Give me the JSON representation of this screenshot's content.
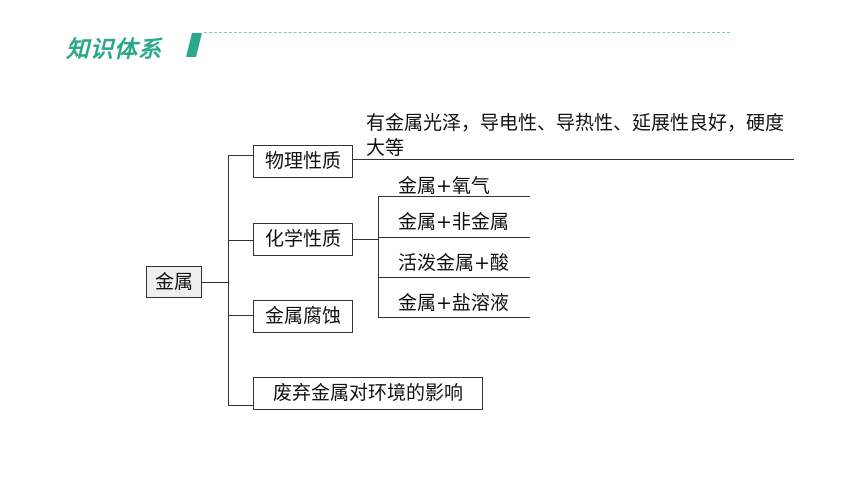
{
  "header": {
    "title": "知识体系",
    "accent": "#2ba88a"
  },
  "root": {
    "label": "金属"
  },
  "branches": [
    {
      "label": "物理性质"
    },
    {
      "label": "化学性质"
    },
    {
      "label": "金属腐蚀"
    },
    {
      "label": "废弃金属对环境的影响"
    }
  ],
  "physical_desc": "有金属光泽，导电性、导热性、延展性良好，硬度大等",
  "chemical_items": [
    {
      "label": "金属+氧气"
    },
    {
      "label": "金属+非金属"
    },
    {
      "label": "活泼金属+酸"
    },
    {
      "label": "金属+盐溶液"
    }
  ]
}
